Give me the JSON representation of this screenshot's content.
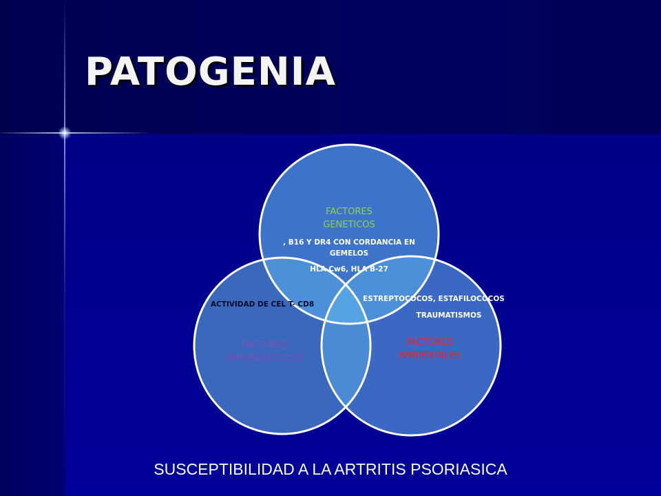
{
  "slide": {
    "title": "PATOGENIA",
    "caption": "SUSCEPTIBILIDAD A LA ARTRITIS PSORIASICA"
  },
  "diagram": {
    "circles": [
      {
        "label_lines": [
          "FACTORES",
          "GENETICOS"
        ],
        "label_color": "#8fd14f",
        "fill": "#3d74c9",
        "notes": [
          ", B16 Y DR4 CON CORDANCIA  EN",
          "GEMELOS",
          "HLA Cw6,  HLA B-27"
        ]
      },
      {
        "label_lines": [
          "FACTORES",
          "INMUNOLOGICOS"
        ],
        "label_color": "#7f4fb5",
        "fill": "#3a68bd",
        "notes": [
          "ACTIVIDAD DE CEL T- CD8"
        ]
      },
      {
        "label_lines": [
          "FACTORES",
          "AMBIENTALES"
        ],
        "label_color": "#ff1a1a",
        "fill": "#3a68c2",
        "notes": [
          "ESTREPTOCOCOS,  ESTAFILOCOCOS",
          "TRAUMATISMOS"
        ]
      }
    ],
    "overlap_color": "#5aa8e8",
    "outline_color": "#ffffff"
  }
}
